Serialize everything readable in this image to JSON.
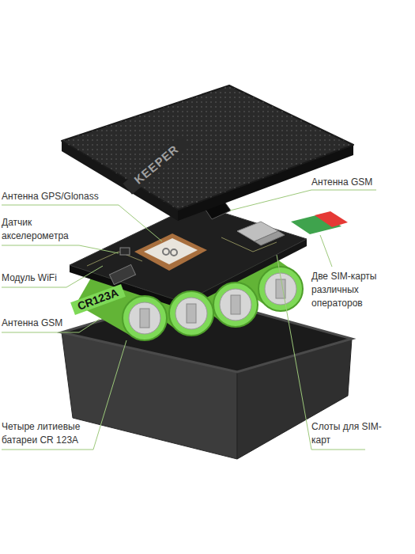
{
  "diagram": {
    "labels": [
      "Антенна GPS/Glonass",
      "Антенна GSM",
      "Датчик акселерометра",
      "Модуль WiFi",
      "Две SIM-карты различных операторов",
      "Антенна GSM",
      "Четыре литиевые батареи CR 123A",
      "Слоты для SIM-карт",
      "KEEPER",
      "CR123A"
    ]
  }
}
